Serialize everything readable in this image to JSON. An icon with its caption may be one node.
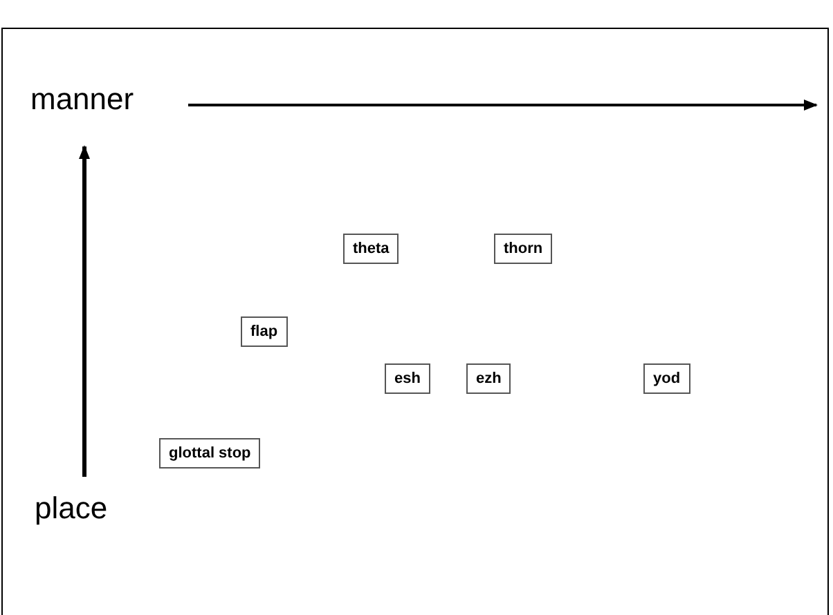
{
  "diagram": {
    "nodes": [
      {
        "text": [
          "theta"
        ]
      },
      {
        "text": [
          "thorn"
        ]
      },
      {
        "text": [
          "flap"
        ]
      },
      {
        "text": [
          "esh"
        ]
      },
      {
        "text": [
          "ezh"
        ]
      },
      {
        "text": [
          "yod"
        ]
      },
      {
        "text": [
          "glottal stop"
        ]
      }
    ],
    "labels": [
      "manner",
      "place"
    ]
  }
}
